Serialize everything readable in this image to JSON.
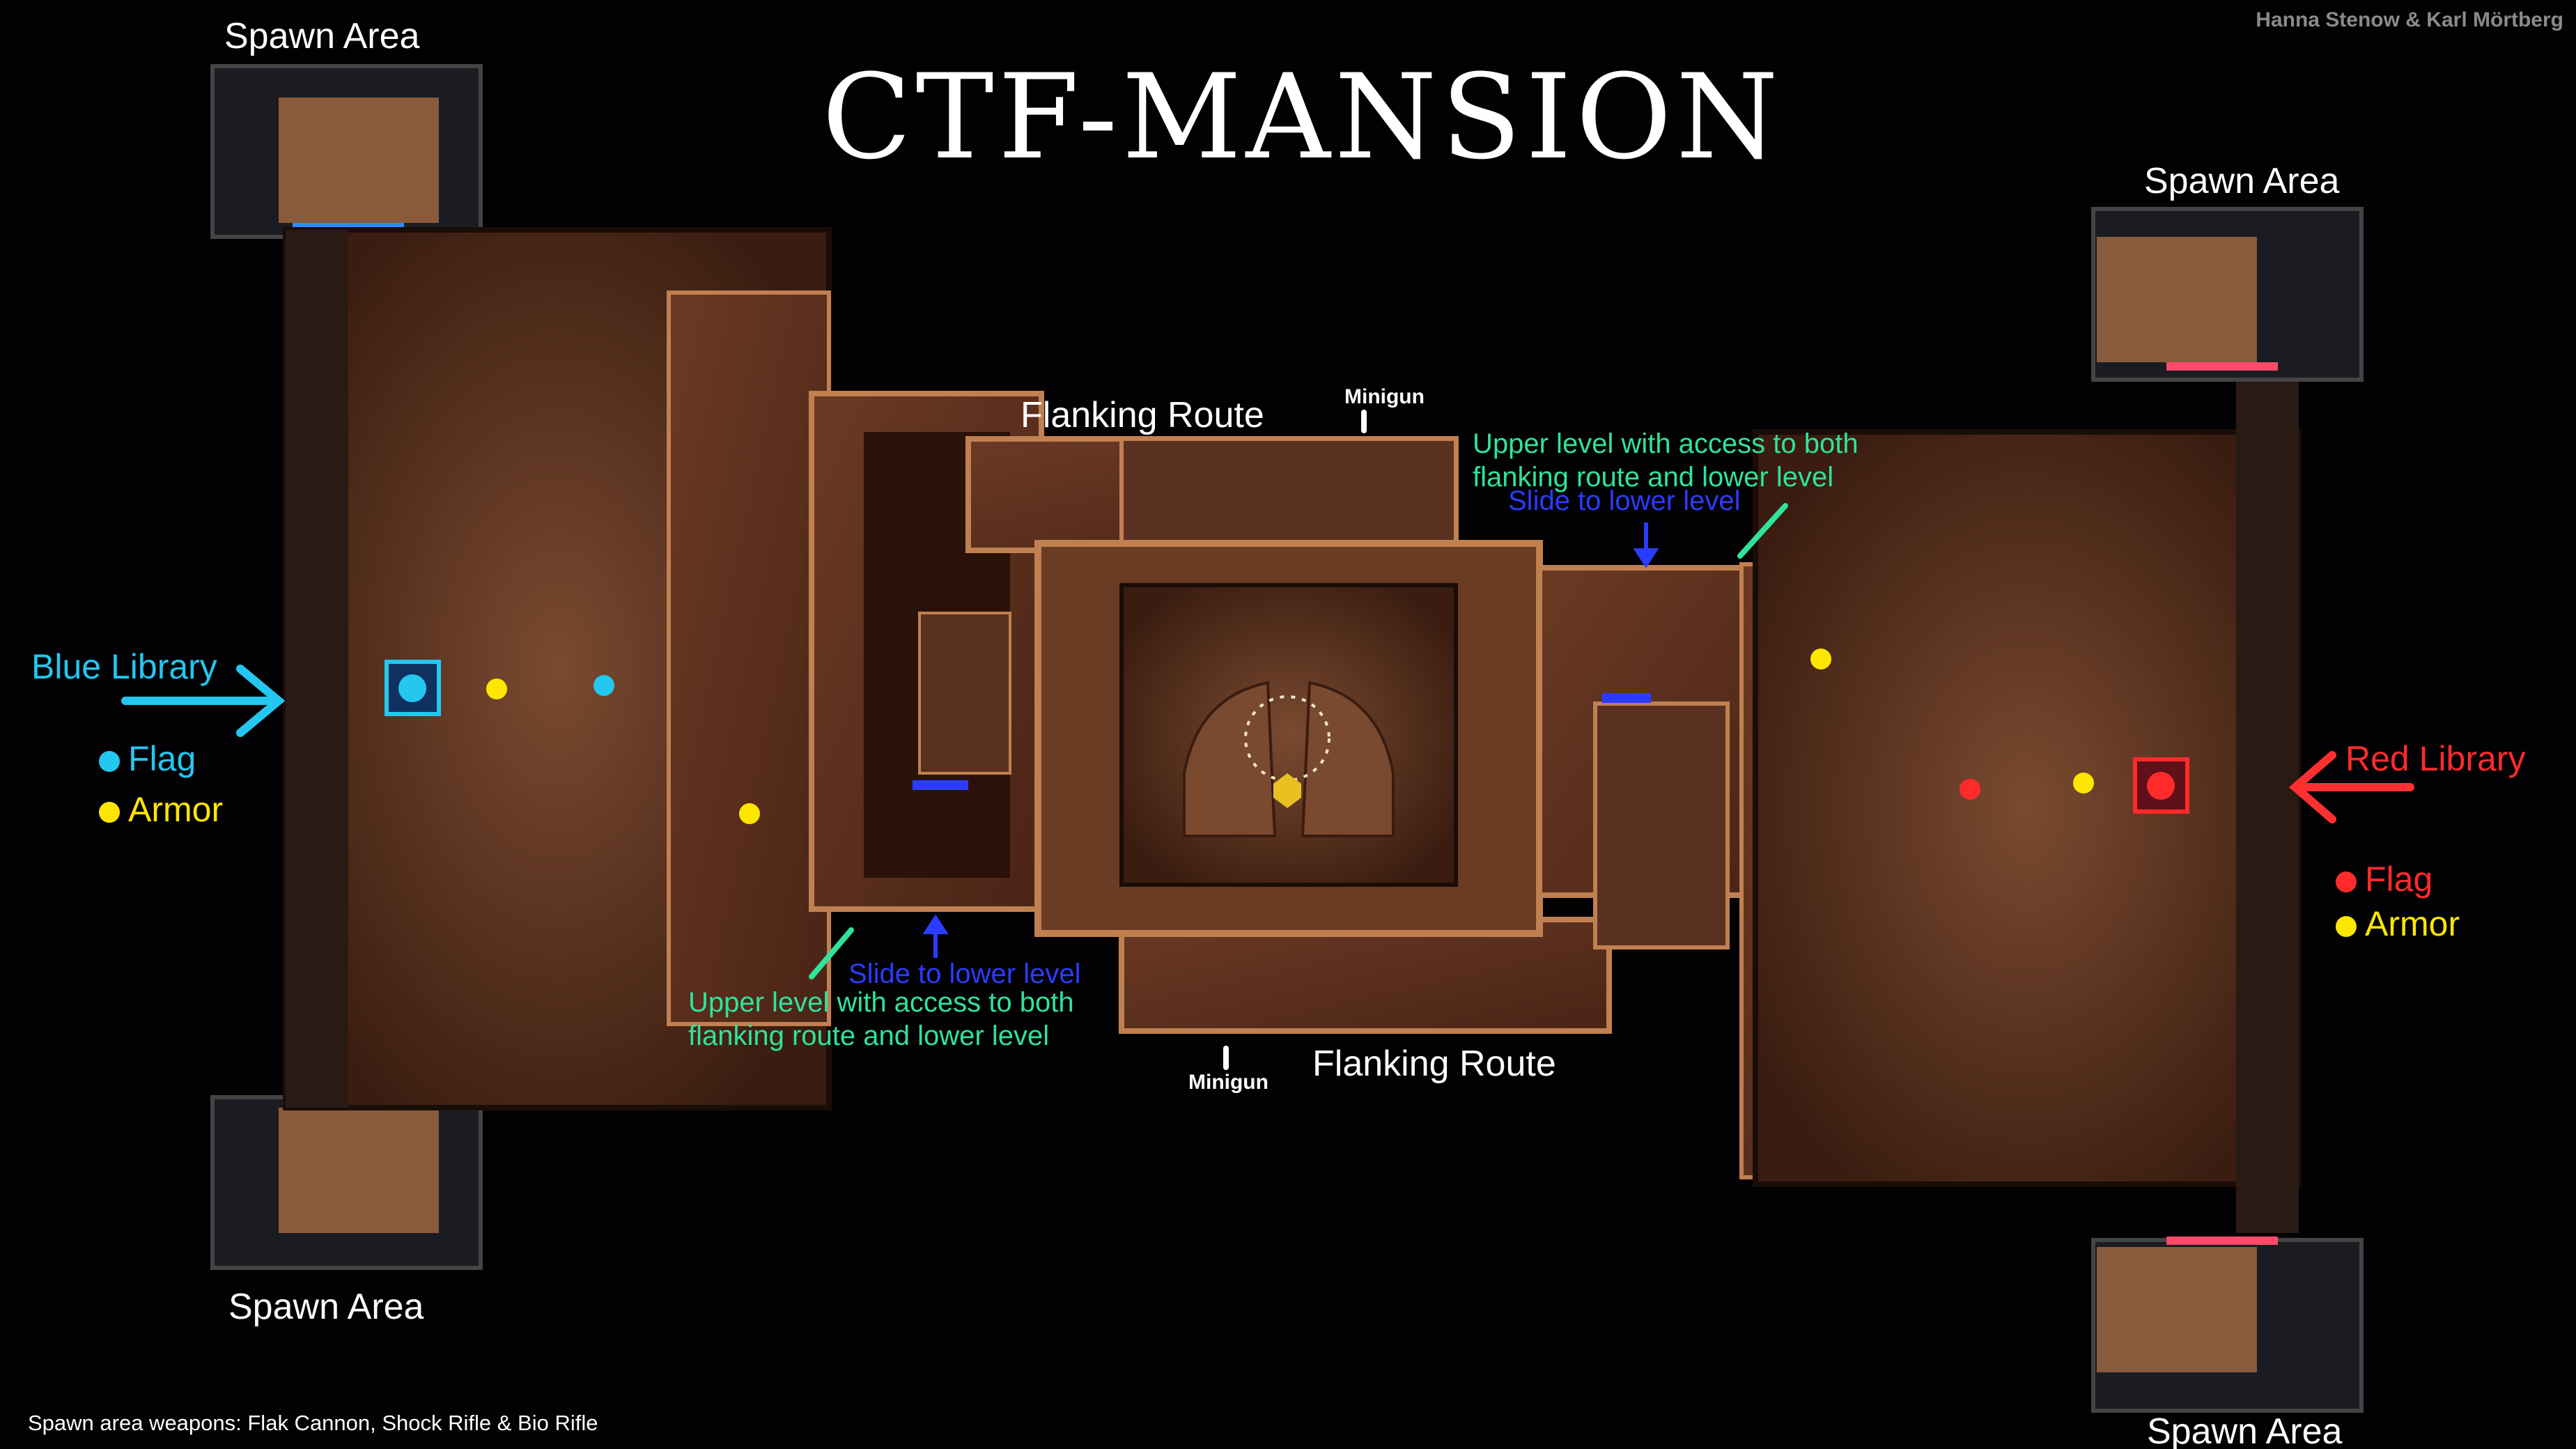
{
  "map": {
    "title": "CTF-MANSION",
    "credit": "Hanna Stenow & Karl Mörtberg",
    "footer": "Spawn area weapons: Flak Cannon, Shock Rifle & Bio Rifle",
    "spawn_label": "Spawn Area",
    "flanking_label": "Flanking Route",
    "minigun_label": "Minigun",
    "upper_level_line1": "Upper level with access to both",
    "upper_level_line2": "flanking route and lower level",
    "slide_label": "Slide to lower level"
  },
  "blue_team": {
    "library": "Blue Library",
    "flag": "Flag",
    "armor": "Armor",
    "color": "#24c7f0"
  },
  "red_team": {
    "library": "Red Library",
    "flag": "Flag",
    "armor": "Armor",
    "color": "#ff2b2b"
  },
  "colors": {
    "armor": "#ffe600",
    "annotation_green": "#2fe39b",
    "annotation_blue": "#2a3cff",
    "floor": "#5a3020",
    "wall": "#c08050"
  }
}
